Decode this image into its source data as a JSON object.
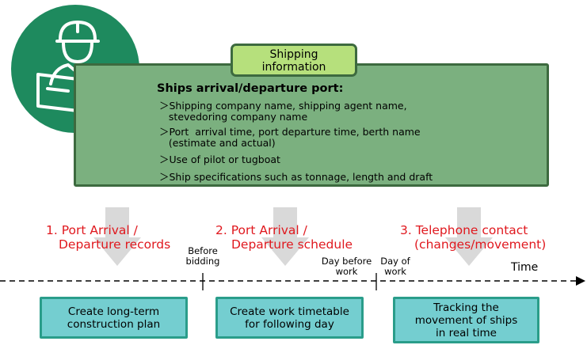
{
  "icons": {
    "worker": "construction-worker-with-plan-icon",
    "arrow_down": "down-arrow-icon",
    "timeline_arrow": "arrow-right-icon"
  },
  "colors": {
    "badge": "#1e8a5e",
    "info_box": "#7bb07f",
    "info_tag": "#b6e07c",
    "step_title": "#e0181e",
    "action_box": "#74ced0",
    "action_border": "#2a9d8a",
    "arrow": "#d9d9d9"
  },
  "info": {
    "tag_line1": "Shipping",
    "tag_line2": "information",
    "heading": "Ships arrival/departure port:",
    "bullets": [
      "＞Shipping company name, shipping agent name,",
      "   stevedoring company name",
      "＞Port  arrival time, port departure time, berth name",
      "   (estimate and actual)",
      "＞Use of pilot or tugboat",
      "＞Ship specifications such as tonnage, length and draft"
    ]
  },
  "steps": [
    {
      "line1": "1. Port Arrival /",
      "line2": "Departure records"
    },
    {
      "line1": "2. Port Arrival /",
      "line2": "Departure schedule"
    },
    {
      "line1": "3. Telephone contact",
      "line2": "(changes/movement)"
    }
  ],
  "timeline": {
    "label": "Time",
    "markers": [
      {
        "line1": "Before",
        "line2": "bidding"
      },
      {
        "line1": "Day before",
        "line2": "work"
      },
      {
        "line1": "Day of",
        "line2": "work"
      }
    ]
  },
  "actions": [
    {
      "text": "Create long-term\nconstruction plan"
    },
    {
      "text": "Create work timetable\nfor following day"
    },
    {
      "text": "Tracking the\nmovement of ships\nin real time"
    }
  ]
}
